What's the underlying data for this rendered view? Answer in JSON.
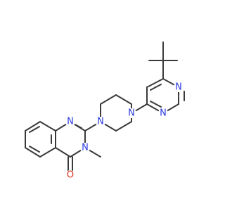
{
  "colors": {
    "background": "#ffffff",
    "bond": "#3a3a3a",
    "nitrogen": "#2b3be0",
    "oxygen": "#e0301e"
  },
  "atom_labels": {
    "quinazoline_n1": "N",
    "quinazoline_n3": "N",
    "carbonyl_o": "O",
    "piperazine_n1": "N",
    "piperazine_n4": "N",
    "pyrimidine_n1": "N",
    "pyrimidine_n3": "N"
  }
}
